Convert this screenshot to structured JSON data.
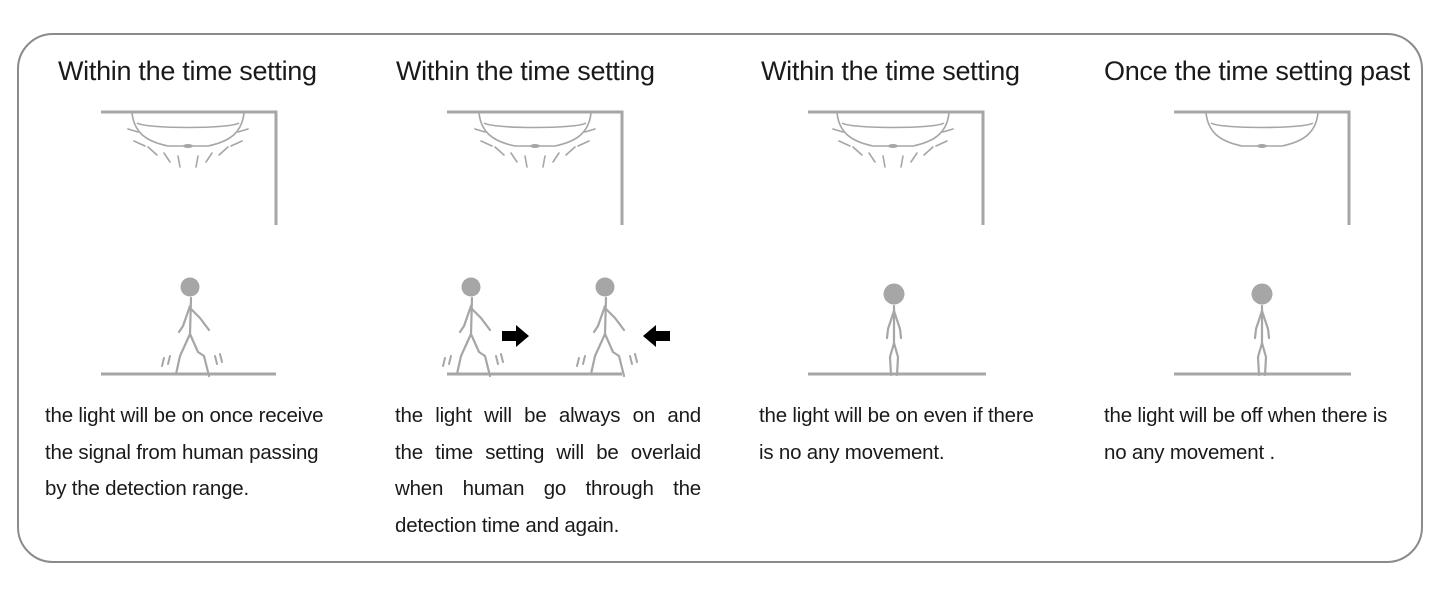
{
  "panels": [
    {
      "title": "Within the time setting",
      "description_lines": [
        "the light will be on once receive",
        "the signal from human passing",
        "by the detection range."
      ],
      "light_state": "on",
      "person_state": "walking"
    },
    {
      "title": "Within the time setting",
      "description_lines": [
        "the light will be always on and",
        "the time setting will be overlaid",
        "when human go through the",
        "detection time and again."
      ],
      "light_state": "on",
      "person_state": "walking-back-and-forth"
    },
    {
      "title": "Within the time setting",
      "description_lines": [
        "the light will be on even if there",
        "is no any movement."
      ],
      "light_state": "on",
      "person_state": "standing"
    },
    {
      "title": "Once the time setting past",
      "description_lines": [
        "the light will be off  when there is",
        "no any movement ."
      ],
      "light_state": "off",
      "person_state": "standing"
    }
  ],
  "colors": {
    "line": "#a6a6a6",
    "frame": "#8a8a8a",
    "text": "#1a1a1a",
    "arrow": "#000000"
  }
}
